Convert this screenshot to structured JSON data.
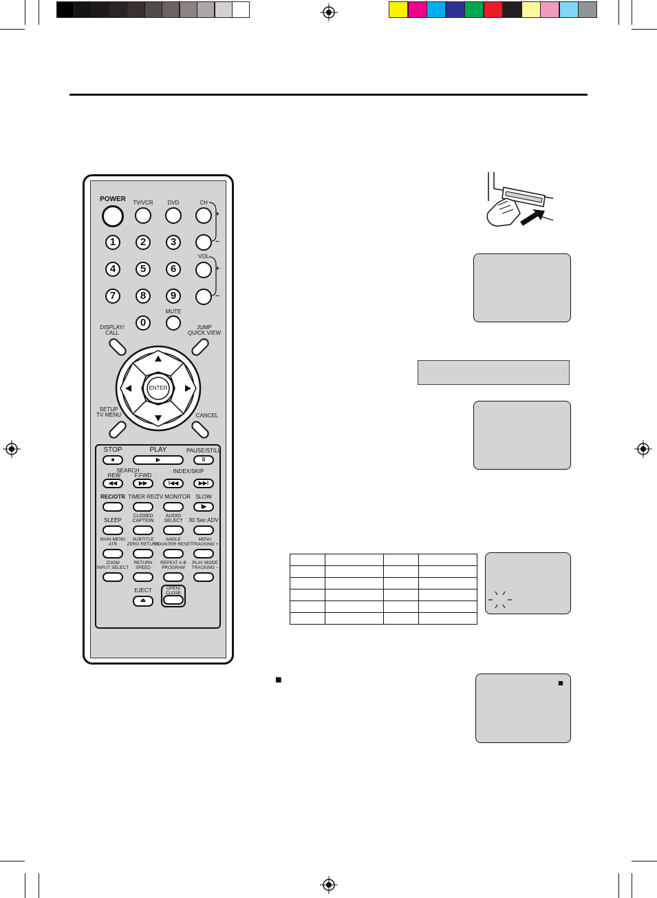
{
  "color_bar": {
    "grays": [
      "#000000",
      "#141414",
      "#1e1a1a",
      "#2a2424",
      "#3a3030",
      "#534a4a",
      "#6c6262",
      "#8c8282",
      "#aea6a6",
      "#d6d0d0",
      "#ffffff"
    ],
    "colors": [
      "#fff200",
      "#ec008c",
      "#00aeef",
      "#2e3192",
      "#00a651",
      "#ed1c24",
      "#231f20",
      "#fff799",
      "#f49ac1",
      "#7fd8f6",
      "#949494"
    ]
  },
  "remote": {
    "top_labels": {
      "power": "POWER",
      "tvvcr": "TV/VCR",
      "dvd": "DVD",
      "ch": "CH",
      "vol": "VOL",
      "mute": "MUTE"
    },
    "digits": [
      "1",
      "2",
      "3",
      "4",
      "5",
      "6",
      "7",
      "8",
      "9",
      "0"
    ],
    "plus": "+",
    "minus": "–",
    "nav": {
      "display_call": "DISPLAY/\nCALL",
      "jump": "JUMP\nQUICK VIEW",
      "enter": "ENTER",
      "setup": "SETUP\nTV MENU",
      "cancel": "CANCEL"
    },
    "transport": {
      "stop": "STOP",
      "play": "PLAY",
      "pause": "PAUSE/STILL",
      "search": "SEARCH",
      "rew": "REW",
      "ffwd": "F.FWD",
      "index": "INDEX/SKIP",
      "stop_sym": "■",
      "play_sym": "▶",
      "pause_sym": "II",
      "rew_sym": "◀◀",
      "ffwd_sym": "▶▶",
      "prev_sym": "I◀◀",
      "next_sym": "▶▶I"
    },
    "func_rows": [
      [
        "REC/OTR",
        "TIMER REC",
        "TV MONITOR",
        "SLOW"
      ],
      [
        "SLEEP",
        "CLOSED\nCAPTION",
        "AUDIO\nSELECT",
        "30 Sec ADV"
      ],
      [
        "MAIN MENU\nATR",
        "SUBTITLE\nZERO RETURN",
        "ANGLE\nCOUNTER RESET",
        "MENU\nTRACKING +"
      ],
      [
        "ZOOM\nINPUT SELECT",
        "RETURN\nSPEED",
        "REPEAT A-B\nPROGRAM",
        "PLAY MODE\nTRACKING –"
      ]
    ],
    "slow_sym": "I▶",
    "eject": "EJECT",
    "eject_sym": "⏏",
    "open_close": "OPEN/\nCLOSE"
  },
  "stop_marker": "■"
}
